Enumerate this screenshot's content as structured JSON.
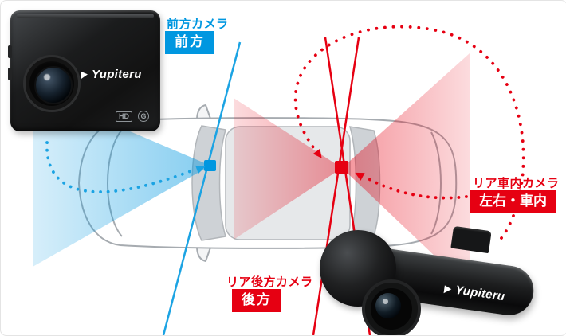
{
  "colors": {
    "front_accent": "#0097e0",
    "rear_accent": "#e60012",
    "car_outline": "#a6abb0",
    "background": "#ffffff"
  },
  "front_camera": {
    "label": "前方カメラ",
    "badge": "前方"
  },
  "rear_camera": {
    "label": "リア後方カメラ",
    "badge": "後方"
  },
  "interior_camera": {
    "label": "リア車内カメラ",
    "badge": "左右・車内"
  },
  "devices": {
    "front": {
      "logo": "Yupiteru",
      "icon_hd": "HD",
      "icon_g": "G"
    },
    "rear": {
      "logo": "Yupiteru"
    }
  }
}
